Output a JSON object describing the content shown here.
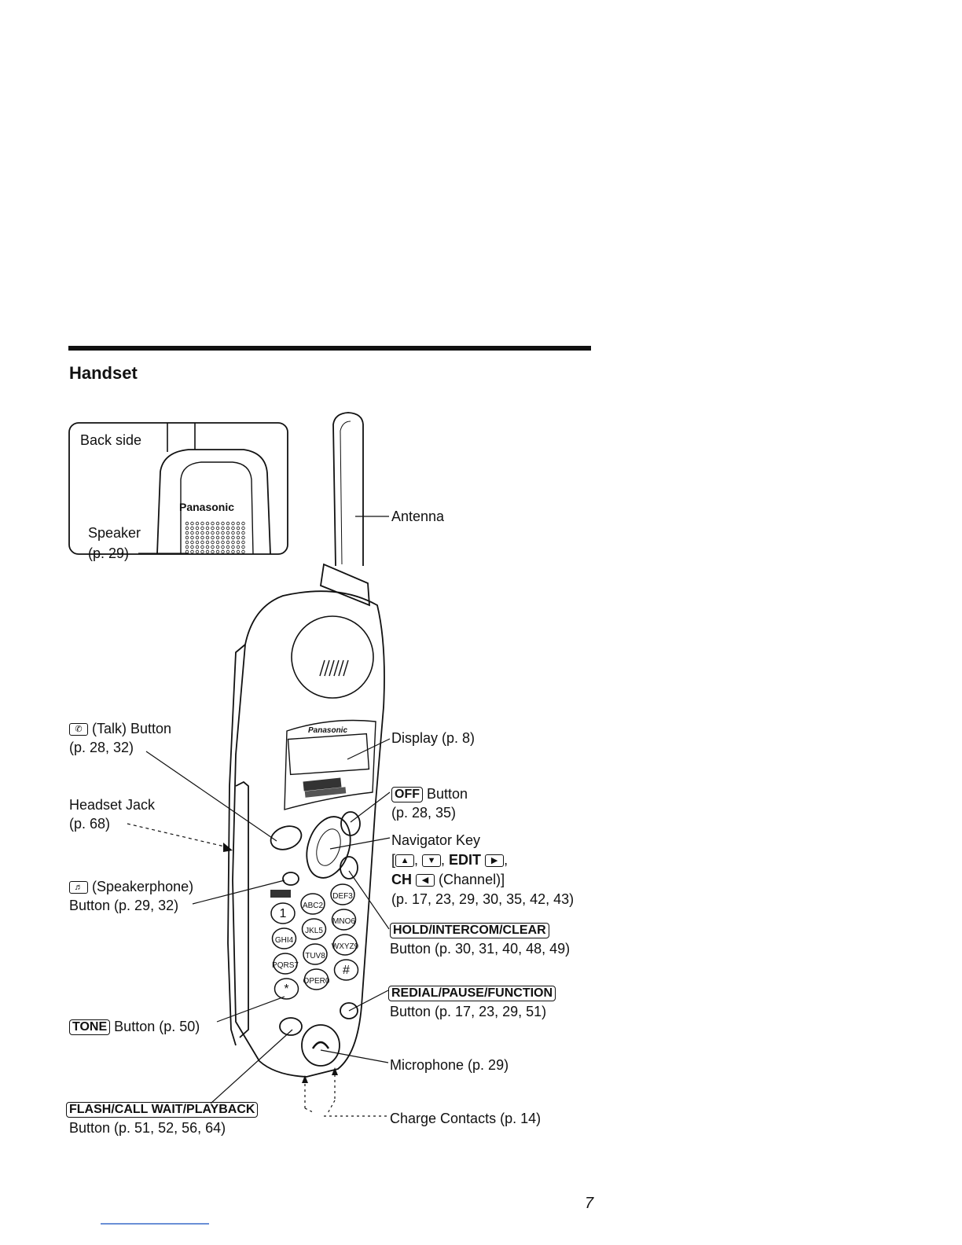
{
  "heading": "Handset",
  "inset": {
    "back_side": "Back side",
    "brand": "Panasonic",
    "speaker": "Speaker",
    "speaker_page": "(p. 29)"
  },
  "labels": {
    "antenna": "Antenna",
    "talk": "(Talk) Button",
    "talk_page": "(p. 28, 32)",
    "display": "Display (p. 8)",
    "headset": "Headset Jack",
    "headset_page": "(p. 68)",
    "off_key": "OFF",
    "off_button": "Button",
    "off_page": "(p. 28, 35)",
    "navigator": "Navigator Key",
    "nav_edit": "EDIT",
    "nav_ch": "CH",
    "nav_channel": "(Channel)]",
    "nav_page": "(p. 17, 23, 29, 30, 35, 42, 43)",
    "speakerphone": "(Speakerphone)",
    "speakerphone_page": "Button (p. 29, 32)",
    "hold_key": "HOLD/INTERCOM/CLEAR",
    "hold_page": "Button (p. 30, 31, 40, 48, 49)",
    "redial_key": "REDIAL/PAUSE/FUNCTION",
    "redial_page": "Button (p. 17, 23, 29, 51)",
    "tone_key": "TONE",
    "tone_page": "Button (p. 50)",
    "microphone": "Microphone (p. 29)",
    "flash_key": "FLASH/CALL WAIT/PLAYBACK",
    "flash_page": "Button (p. 51, 52, 56, 64)",
    "charge": "Charge Contacts (p. 14)"
  },
  "phone": {
    "brand": "Panasonic",
    "keys": [
      "1",
      "ABC2",
      "DEF3",
      "GHI4",
      "JKL5",
      "MNO6",
      "PQRS7",
      "TUV8",
      "WXYZ9",
      "*",
      "OPER0",
      "#"
    ]
  },
  "page_number": "7"
}
